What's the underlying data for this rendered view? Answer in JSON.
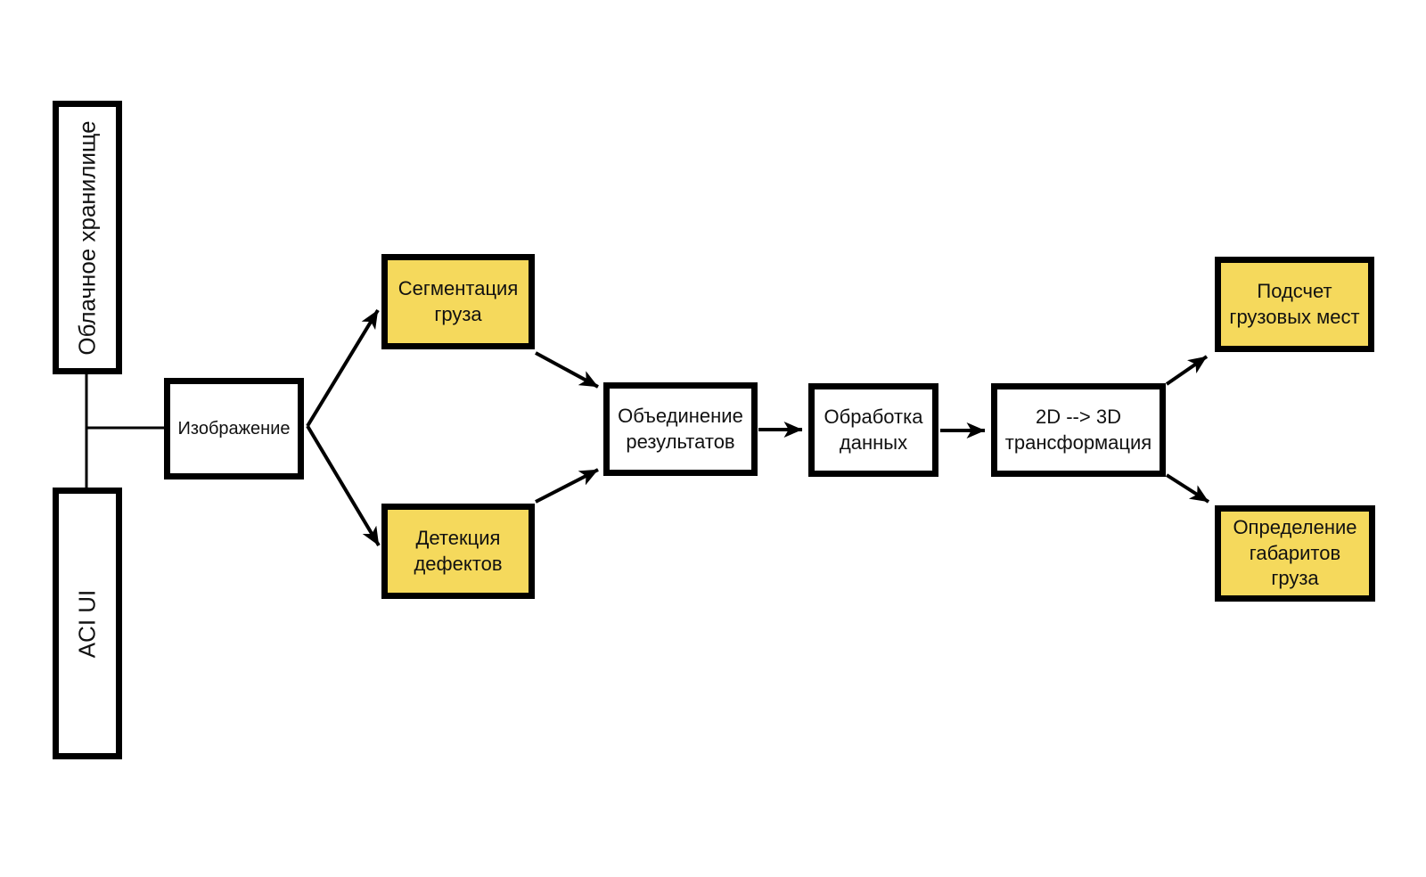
{
  "diagram": {
    "colors": {
      "background": "#ffffff",
      "node_fill": "#ffffff",
      "highlight_fill": "#F5D95C",
      "border": "#000000",
      "line": "#000000",
      "text": "#111111"
    },
    "nodes": {
      "cloud_storage": {
        "label": "Облачное хранилище",
        "orientation": "vertical",
        "fill": "white"
      },
      "aci_ui": {
        "label": "ACI UI",
        "orientation": "vertical",
        "fill": "white"
      },
      "image": {
        "label": "Изображение",
        "fill": "white"
      },
      "segmentation": {
        "label": "Сегментация\nгруза",
        "fill": "yellow"
      },
      "defect_detection": {
        "label": "Детекция\nдефектов",
        "fill": "yellow"
      },
      "merge_results": {
        "label": "Объединение\nрезультатов",
        "fill": "white"
      },
      "data_processing": {
        "label": "Обработка\nданных",
        "fill": "white"
      },
      "transform_2d_3d": {
        "label": "2D --> 3D\nтрансформация",
        "fill": "white"
      },
      "cargo_count": {
        "label": "Подсчет\nгрузовых мест",
        "fill": "yellow"
      },
      "cargo_dimensions": {
        "label": "Определение\nгабаритов\nгруза",
        "fill": "yellow"
      }
    },
    "edges": [
      {
        "from": "cloud_storage",
        "to": "aci_ui",
        "style": "line"
      },
      {
        "from": "cloud_storage_aci_ui_junction",
        "to": "image",
        "style": "line"
      },
      {
        "from": "image",
        "to": "segmentation",
        "style": "arrow"
      },
      {
        "from": "image",
        "to": "defect_detection",
        "style": "arrow"
      },
      {
        "from": "segmentation",
        "to": "merge_results",
        "style": "arrow"
      },
      {
        "from": "defect_detection",
        "to": "merge_results",
        "style": "arrow"
      },
      {
        "from": "merge_results",
        "to": "data_processing",
        "style": "arrow"
      },
      {
        "from": "data_processing",
        "to": "transform_2d_3d",
        "style": "arrow"
      },
      {
        "from": "transform_2d_3d",
        "to": "cargo_count",
        "style": "arrow"
      },
      {
        "from": "transform_2d_3d",
        "to": "cargo_dimensions",
        "style": "arrow"
      }
    ]
  }
}
